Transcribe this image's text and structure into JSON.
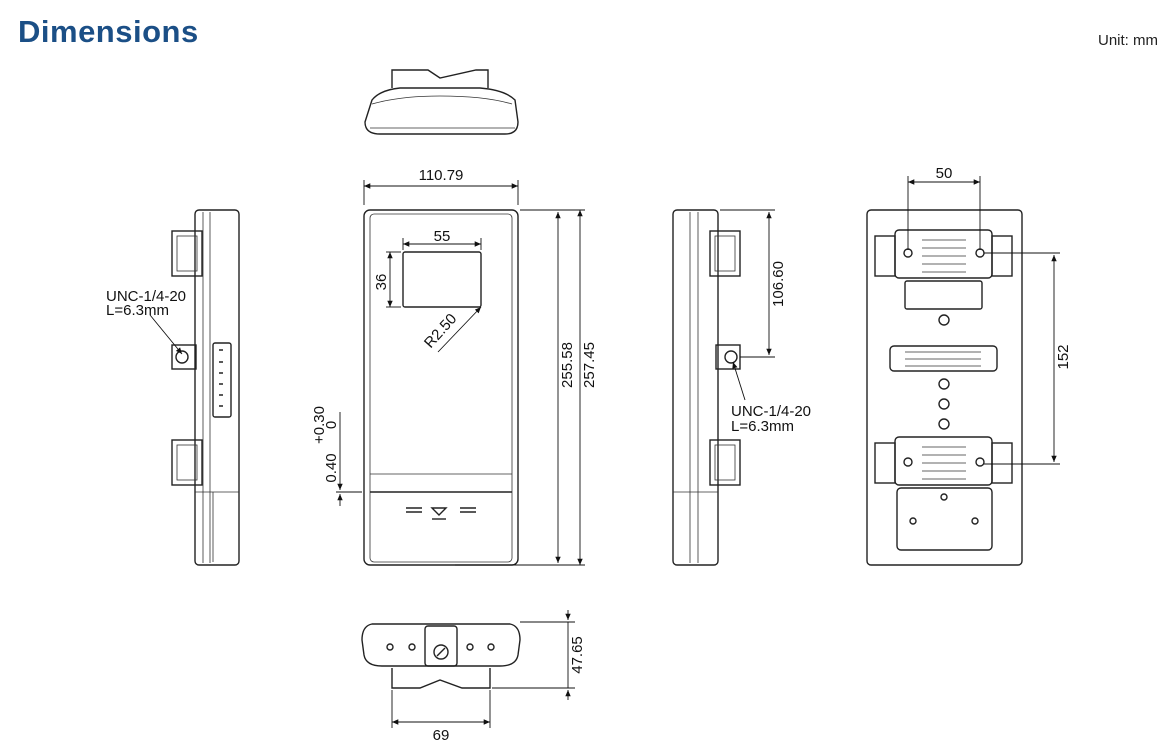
{
  "header": {
    "title": "Dimensions",
    "unit": "Unit: mm"
  },
  "front_view": {
    "width": "110.79",
    "display_width": "55",
    "display_height": "36",
    "radius": "R2.50",
    "height_inner": "255.58",
    "height_outer": "257.45",
    "tolerance_upper": "+0.30",
    "tolerance_lower": "0",
    "offset": "0.40"
  },
  "left_side_view": {
    "thread_label": "UNC-1/4-20",
    "thread_length": "L=6.3mm"
  },
  "right_side_view": {
    "thread_label": "UNC-1/4-20",
    "thread_length": "L=6.3mm",
    "mount_height": "106.60"
  },
  "rear_view": {
    "hole_spacing_horizontal": "50",
    "hole_spacing_vertical": "152"
  },
  "bottom_view": {
    "depth": "47.65",
    "mount_width": "69"
  }
}
